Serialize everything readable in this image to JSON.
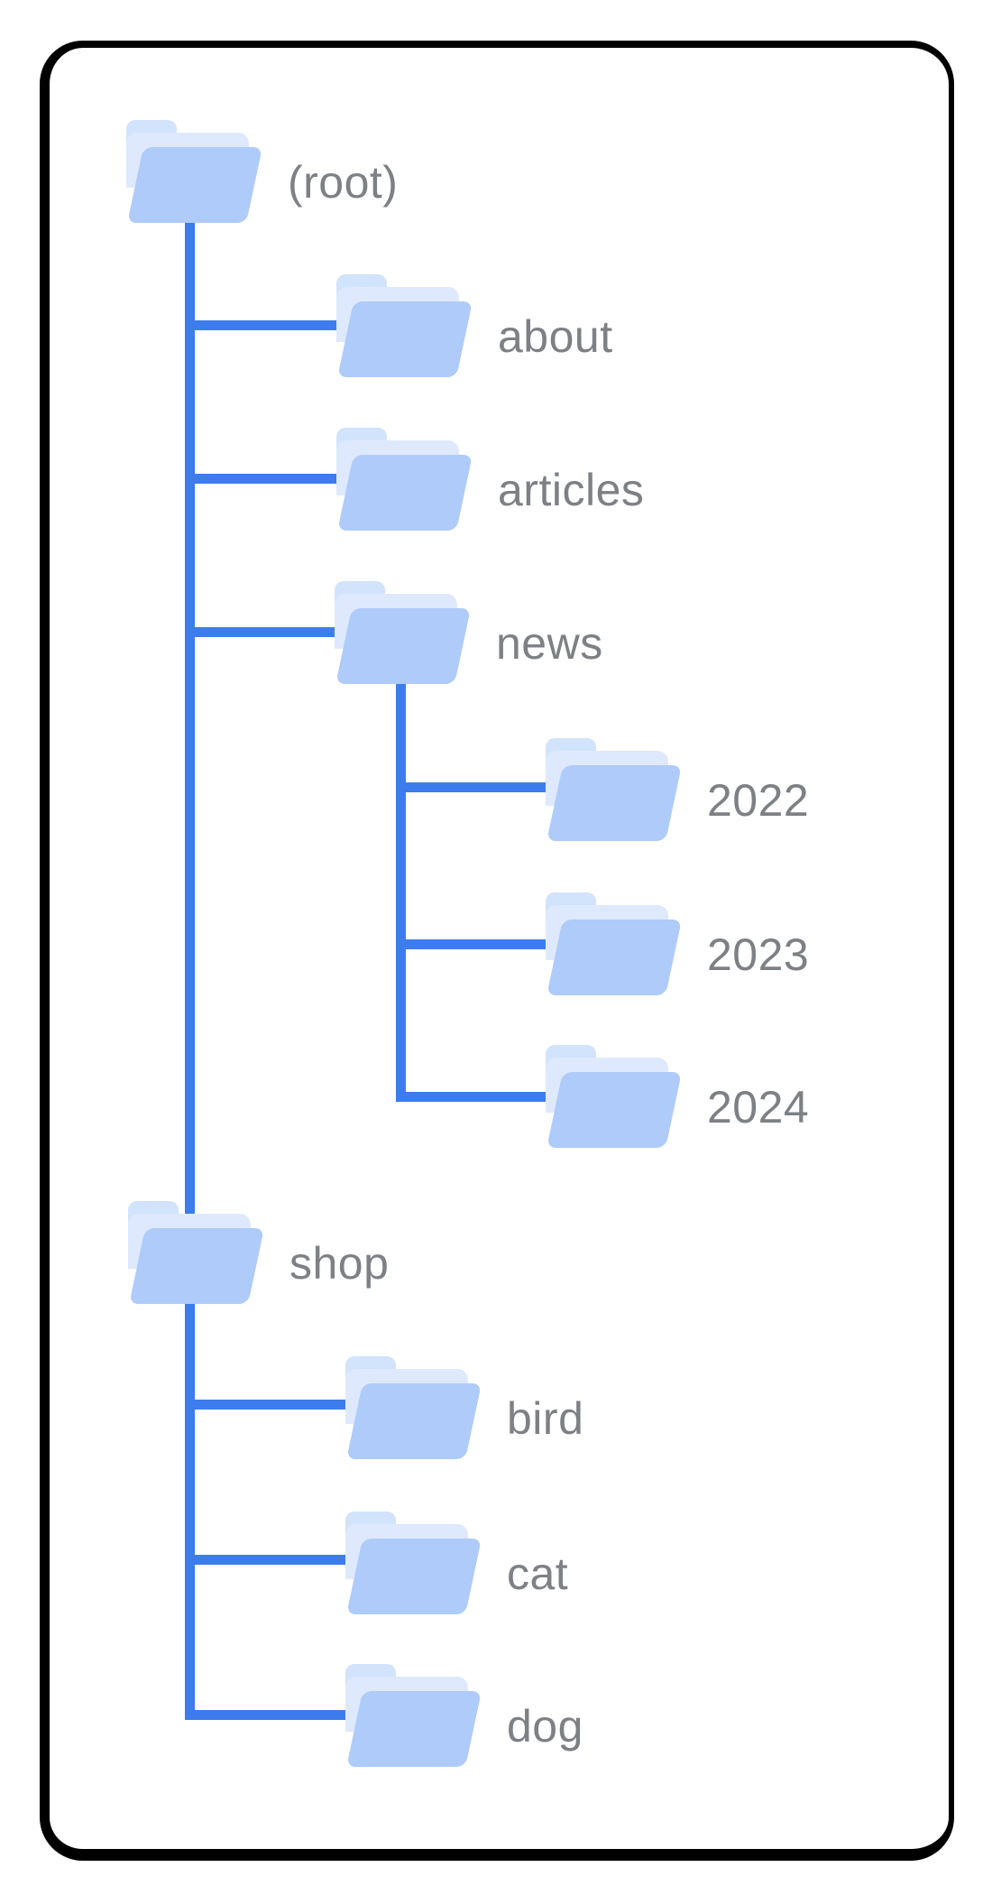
{
  "diagram": {
    "type": "folder-tree",
    "colors": {
      "line": "#3D7CEC",
      "folder_front": "#AECBFA",
      "folder_tab": "#D2E3FC",
      "folder_sheet": "#DFE9FD",
      "label": "#7D8084",
      "frame_border": "#000000",
      "background": "#FFFFFF"
    },
    "tree": {
      "label": "(root)",
      "children": [
        {
          "label": "about",
          "children": []
        },
        {
          "label": "articles",
          "children": []
        },
        {
          "label": "news",
          "children": [
            {
              "label": "2022"
            },
            {
              "label": "2023"
            },
            {
              "label": "2024"
            }
          ]
        },
        {
          "label": "shop",
          "children": [
            {
              "label": "bird"
            },
            {
              "label": "cat"
            },
            {
              "label": "dog"
            }
          ]
        }
      ]
    }
  }
}
